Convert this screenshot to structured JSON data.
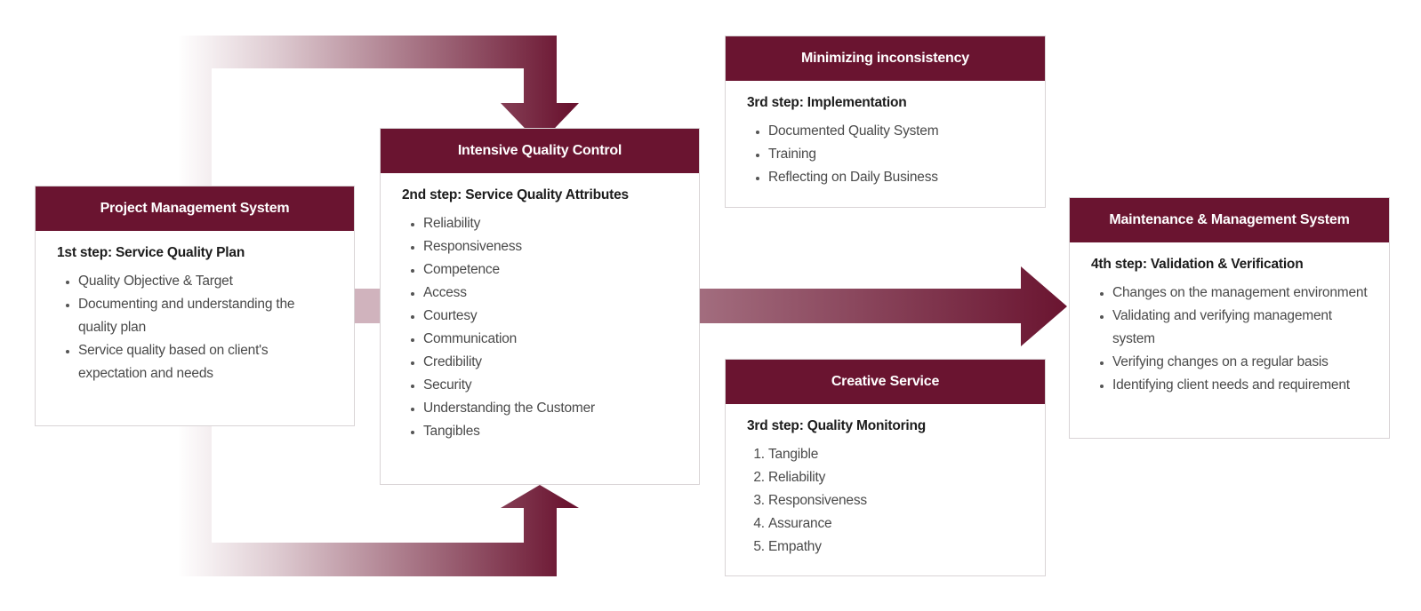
{
  "colors": {
    "header_bg": "#6a1430",
    "arrow_dark": "#6a1430",
    "arrow_light": "#d0b3bd",
    "card_border": "#d9d4d6"
  },
  "boxes": {
    "project_management": {
      "title": "Project Management System",
      "step": "1st step: Service Quality Plan",
      "items": [
        "Quality Objective & Target",
        "Documenting and understanding the quality plan",
        "Service quality based on client's expectation and needs"
      ]
    },
    "intensive_quality_control": {
      "title": "Intensive Quality Control",
      "step": "2nd step: Service Quality Attributes",
      "items": [
        "Reliability",
        "Responsiveness",
        "Competence",
        "Access",
        "Courtesy",
        "Communication",
        "Credibility",
        "Security",
        "Understanding the Customer",
        "Tangibles"
      ]
    },
    "minimizing_inconsistency": {
      "title": "Minimizing inconsistency",
      "step": "3rd step: Implementation",
      "items": [
        "Documented Quality System",
        "Training",
        "Reflecting on Daily Business"
      ]
    },
    "creative_service": {
      "title": "Creative Service",
      "step": "3rd step: Quality Monitoring",
      "items": [
        "Tangible",
        "Reliability",
        "Responsiveness",
        "Assurance",
        "Empathy"
      ]
    },
    "maintenance_management": {
      "title": "Maintenance & Management System",
      "step": "4th step: Validation & Verification",
      "items": [
        "Changes on the management environment",
        "Validating and verifying management system",
        "Verifying changes on a regular basis",
        "Identifying client needs and requirement"
      ]
    }
  }
}
